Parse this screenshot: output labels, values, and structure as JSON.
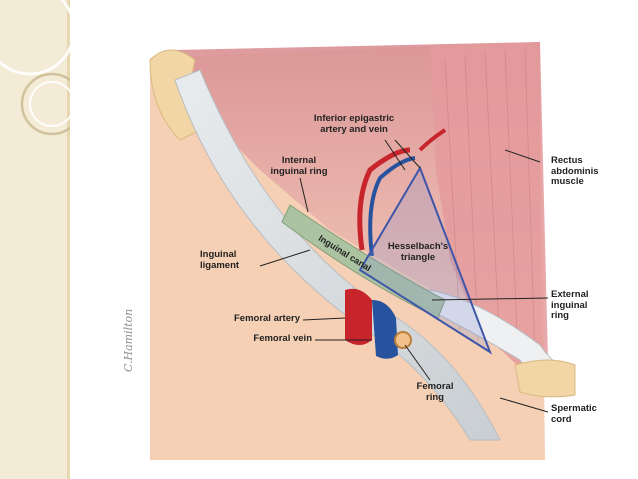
{
  "labels": {
    "inferior_epigastric": "Inferior epigastric\nartery and vein",
    "internal_ring": "Internal\ninguinal ring",
    "rectus": "Rectus\nabdominis\nmuscle",
    "inguinal_ligament": "Inguinal\nligament",
    "inguinal_canal": "Inguinal canal",
    "hesselbach": "Hesselbach's\ntriangle",
    "external_ring": "External\ninguinal\nring",
    "femoral_artery": "Femoral artery",
    "femoral_vein": "Femoral vein",
    "femoral_ring": "Femoral\nring",
    "spermatic_cord": "Spermatic\ncord"
  },
  "signature": "C.Hamilton",
  "colors": {
    "strip": "#f4ebd6",
    "skin": "#f6d0b5",
    "muscle": "#e7a8a6",
    "artery": "#c8242b",
    "vein": "#27539e",
    "triangle_outline": "#3e55a8"
  }
}
